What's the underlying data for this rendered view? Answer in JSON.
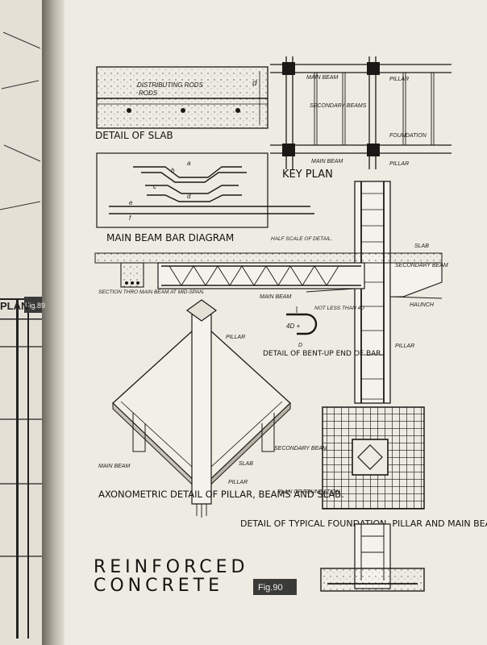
{
  "page": {
    "slab_title": "DETAIL OF SLAB",
    "slab_rods_label": "DISTRIBUTING RODS",
    "slab_rods_label2": "RODS",
    "slab_d": "d",
    "key_plan_title": "KEY PLAN",
    "kp_main_beam_top": "MAIN BEAM",
    "kp_pillar_top": "PILLAR",
    "kp_secondary_beams": "SECONDARY BEAMS",
    "kp_foundation": "FOUNDATION",
    "kp_main_beam_bottom": "MAIN BEAM",
    "kp_pillar_bottom": "PILLAR",
    "bar_diagram_title": "MAIN BEAM BAR DIAGRAM",
    "bar_diagram_note": "HALF SCALE OF DETAIL.",
    "bar_letters": [
      "a",
      "b",
      "c",
      "d",
      "e",
      "f"
    ],
    "beam_slab": "SLAB",
    "beam_secondary": "SECONDARY BEAM",
    "beam_main": "MAIN BEAM",
    "beam_haunch": "HAUNCH",
    "section_label": "SECTION THRO MAIN BEAM AT MID-SPAN.",
    "bend_not_less": "NOT LESS THAN 4D",
    "bend_4d": "4D +",
    "bend_d": "D",
    "bend_title": "DETAIL OF BENT-UP END OF BAR.",
    "pillar_label": "PILLAR",
    "axo_pillar": "PILLAR",
    "axo_secondary": "SECONDARY BEAM",
    "axo_main": "MAIN BEAM",
    "axo_slab": "SLAB",
    "axo_pillar2": "PILLAR",
    "axo_title": "AXONOMETRIC DETAIL OF PILLAR, BEAMS AND SLAB.",
    "plan_foundation": "PLAN OF FOUNDATION",
    "foundation_title": "DETAIL OF TYPICAL FOUNDATION, PILLAR AND MAIN BEAM",
    "main_title_1": "REINFORCED",
    "main_title_2": "CONCRETE",
    "fig_badge": "Fig.90",
    "left_badge": "Fig.89",
    "left_plan": "PLAN"
  },
  "colors": {
    "paper": "#eeebe2",
    "ink": "#1a1916",
    "badge_bg": "#3a3a38",
    "badge_text": "#f4f2ec"
  }
}
